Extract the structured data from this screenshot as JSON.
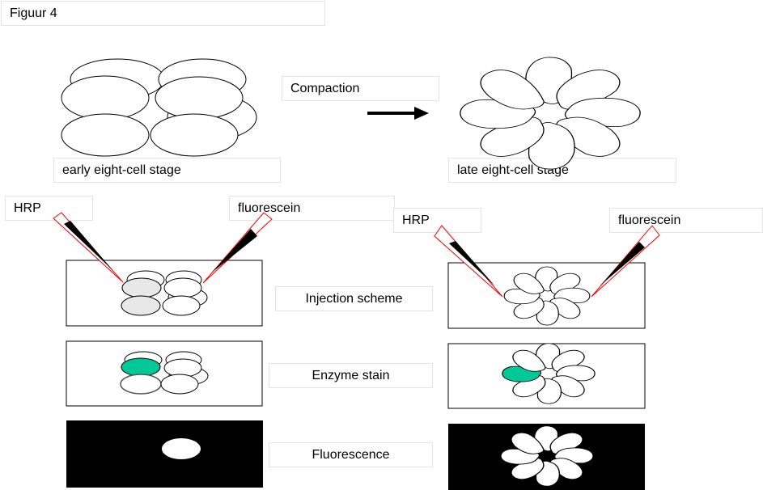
{
  "figure": {
    "title": "Figuur 4",
    "compaction_label": "Compaction",
    "early_stage_label": "early eight-cell stage",
    "late_stage_label": "late eight-cell stage",
    "left_pipette_label_early": "HRP",
    "right_pipette_label_early": "fluorescein",
    "left_pipette_label_late": "HRP",
    "right_pipette_label_late": "fluorescein",
    "rows": [
      {
        "label": "Injection scheme"
      },
      {
        "label": "Enzyme stain"
      },
      {
        "label": "Fluorescence"
      }
    ]
  },
  "colors": {
    "stain_green": "#00c896",
    "injected_gray": "#e8e8e8",
    "pipette_outline": "#ff0000",
    "fluorescence_background": "#000000",
    "fluorescence_signal": "#ffffff"
  }
}
